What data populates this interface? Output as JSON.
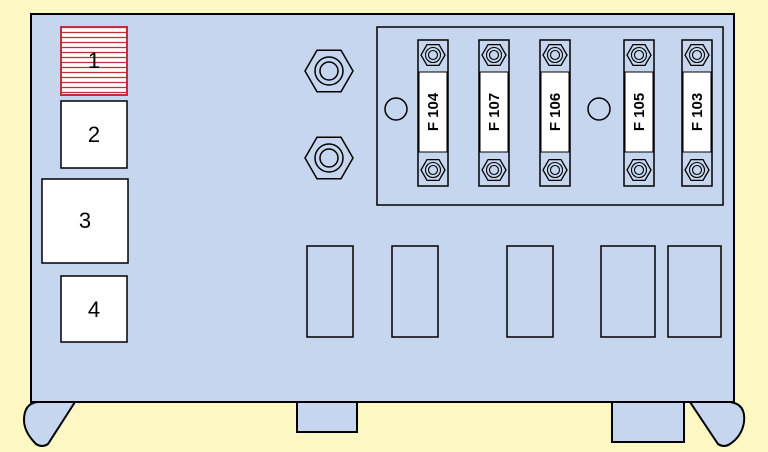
{
  "colors": {
    "background": "#fdf7c3",
    "panel": "#c6d6ee",
    "outline": "#000000",
    "relay_fill": "#ffffff",
    "highlight_relay": "#c0303a",
    "fuse_fill": "#ffffff"
  },
  "relays": [
    {
      "id": "1",
      "label": "1",
      "highlighted": true
    },
    {
      "id": "2",
      "label": "2",
      "highlighted": false
    },
    {
      "id": "3",
      "label": "3",
      "highlighted": false
    },
    {
      "id": "4",
      "label": "4",
      "highlighted": false
    }
  ],
  "fuses": [
    {
      "label": "F 104"
    },
    {
      "label": "F 107"
    },
    {
      "label": "F 106"
    },
    {
      "label": "F 105"
    },
    {
      "label": "F 103"
    }
  ],
  "studs": [
    {
      "icon": "hex-nut-icon"
    },
    {
      "icon": "hex-nut-icon"
    }
  ],
  "empty_slots_count_label": ""
}
